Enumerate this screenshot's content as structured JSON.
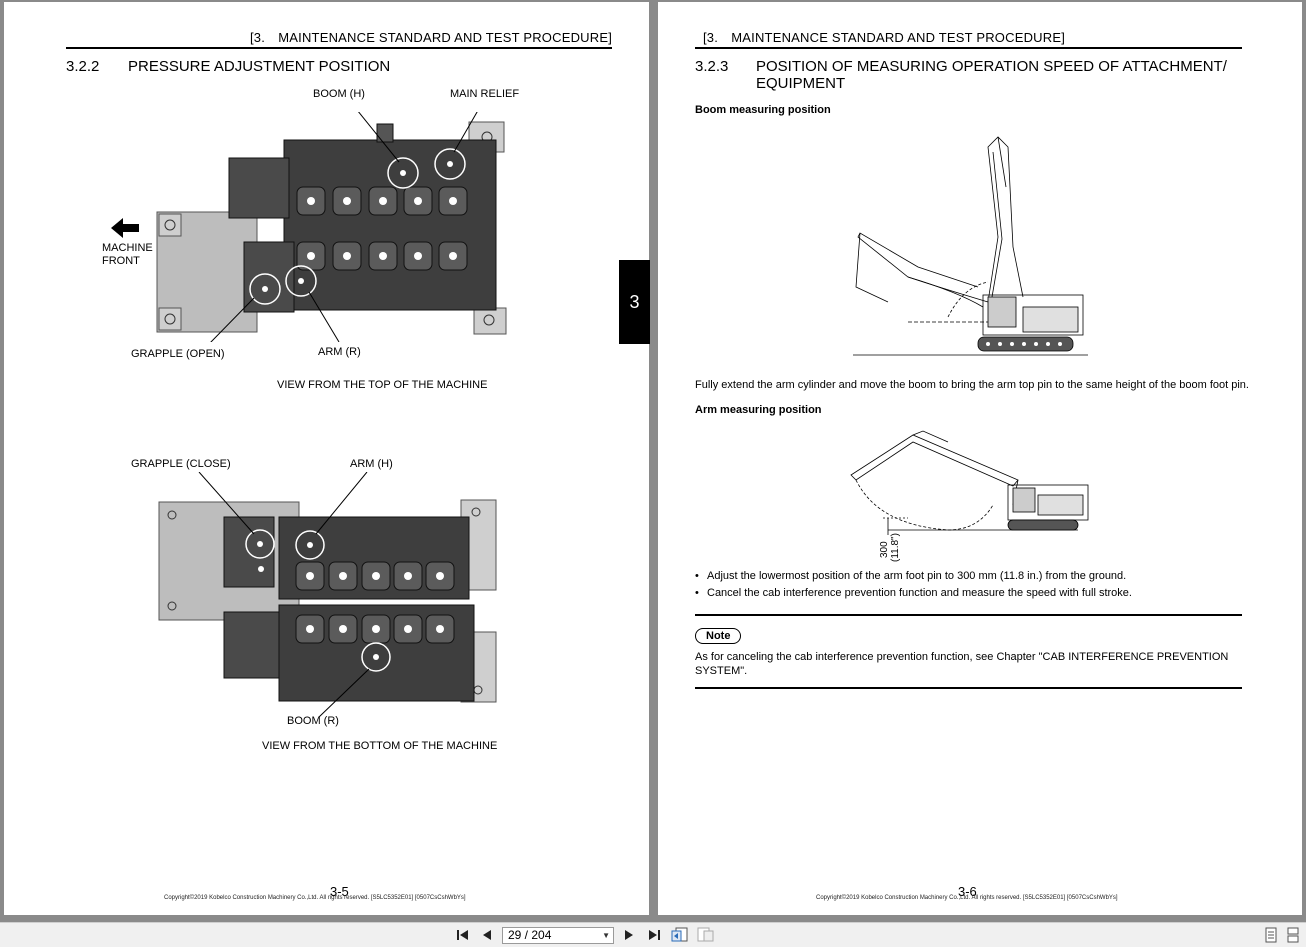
{
  "left_page": {
    "header": "[3. MAINTENANCE STANDARD AND TEST PROCEDURE]",
    "section_number": "3.2.2",
    "section_title": "PRESSURE ADJUSTMENT POSITION",
    "labels": {
      "boom_h": "BOOM (H)",
      "main_relief": "MAIN RELIEF",
      "machine": "MACHINE",
      "front": "FRONT",
      "grapple_open": "GRAPPLE (OPEN)",
      "arm_r": "ARM (R)",
      "grapple_close": "GRAPPLE (CLOSE)",
      "arm_h": "ARM (H)",
      "boom_r": "BOOM (R)"
    },
    "caption_top": "VIEW FROM THE TOP OF THE MACHINE",
    "caption_bottom": "VIEW FROM THE BOTTOM OF THE MACHINE",
    "page_number": "3-5",
    "copyright": "Copyright©2019 Kobelco Construction Machinery Co.,Ltd. All rights reserved. [S5LC5352E01] [0507CsCshWbYs]"
  },
  "chapter_tab": "3",
  "right_page": {
    "header": "[3. MAINTENANCE STANDARD AND TEST PROCEDURE]",
    "section_number": "3.2.3",
    "section_title_line1": "POSITION OF MEASURING OPERATION SPEED OF ATTACHMENT/",
    "section_title_line2": "EQUIPMENT",
    "boom_heading": "Boom measuring position",
    "boom_text": "Fully extend the arm cylinder and move the boom to bring the arm top pin to the same height of the boom foot pin.",
    "arm_heading": "Arm measuring position",
    "dim_label_1": "300",
    "dim_label_2": "(11.8\")",
    "bullets": [
      "Adjust the lowermost position of the arm foot pin to 300 mm (11.8 in.) from the ground.",
      "Cancel the cab interference prevention function and measure the speed with full stroke."
    ],
    "note_label": "Note",
    "note_text_1": "As for canceling the cab interference prevention function, see Chapter \"CAB INTERFERENCE PREVENTION",
    "note_text_2": "SYSTEM\".",
    "page_number": "3-6",
    "copyright": "Copyright©2019 Kobelco Construction Machinery Co.,Ltd. All rights reserved. [S5LC5352E01] [0507CsCshWbYs]"
  },
  "toolbar": {
    "first_icon": "first-page-icon",
    "prev_icon": "prev-page-icon",
    "page_indicator": "29 / 204",
    "next_icon": "next-page-icon",
    "last_icon": "last-page-icon",
    "back_view_icon": "previous-view-icon",
    "forward_view_icon": "next-view-icon",
    "single_page_icon": "single-page-view-icon",
    "continuous_icon": "continuous-view-icon"
  }
}
